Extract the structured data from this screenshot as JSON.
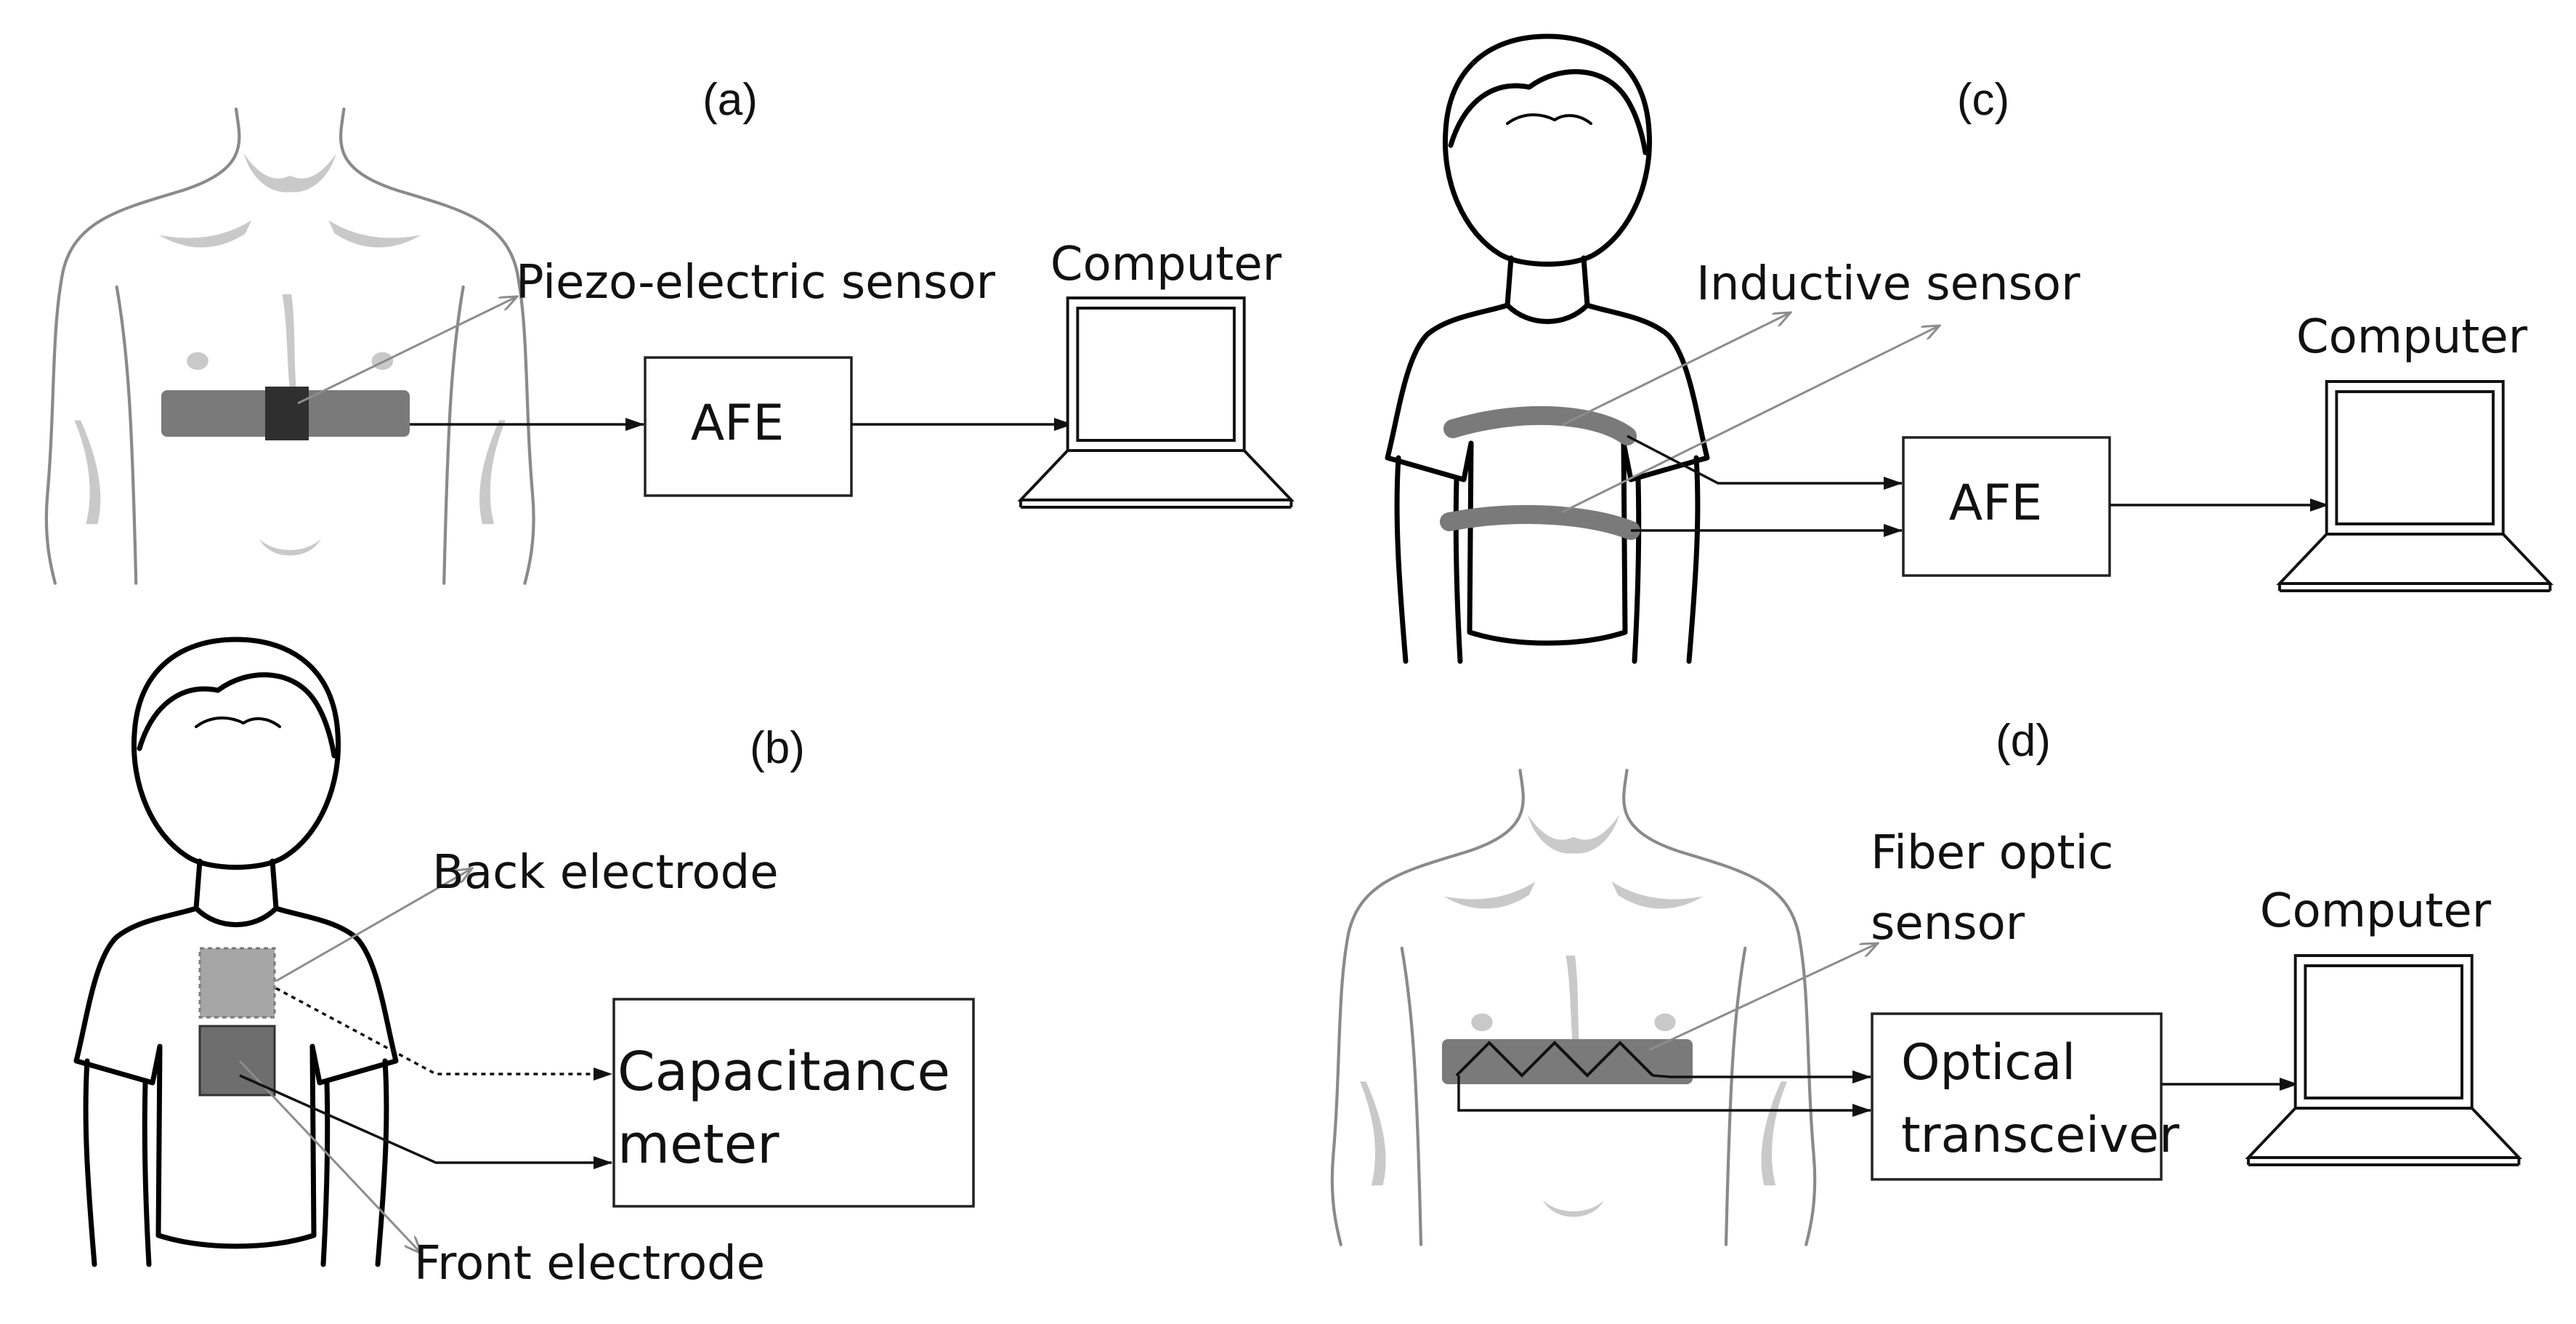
{
  "panels": {
    "a": {
      "tag": "(a)",
      "sensor_label": "Piezo-electric sensor",
      "box_label": "AFE",
      "computer_label": "Computer"
    },
    "b": {
      "tag": "(b)",
      "back_label": "Back electrode",
      "front_label": "Front electrode",
      "box_line1": "Capacitance",
      "box_line2": "meter"
    },
    "c": {
      "tag": "(c)",
      "sensor_label": "Inductive sensor",
      "box_label": "AFE",
      "computer_label": "Computer"
    },
    "d": {
      "tag": "(d)",
      "sensor_line1": "Fiber optic",
      "sensor_line2": "sensor",
      "box_line1": "Optical",
      "box_line2": "transceiver",
      "computer_label": "Computer"
    }
  },
  "colors": {
    "belt": "#7a7a7a",
    "piezo_patch": "#2f2f2f",
    "back_electrode": "#a6a6a6",
    "front_electrode": "#6e6e6e",
    "leader": "#8c8c8c"
  }
}
